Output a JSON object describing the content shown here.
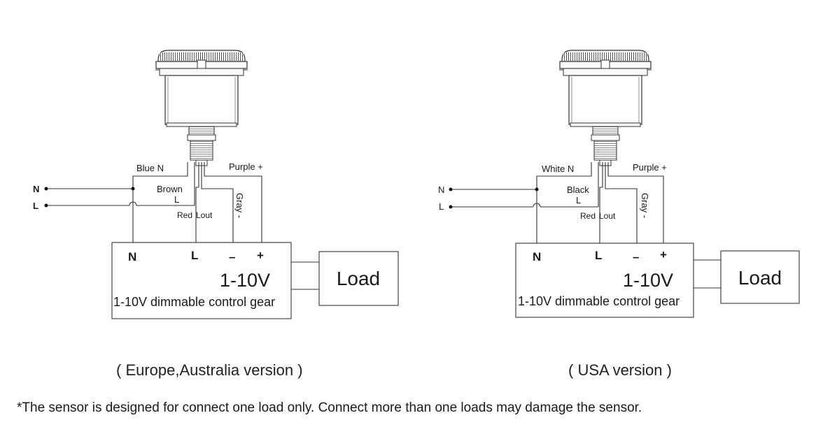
{
  "diagrams": [
    {
      "version_caption": "( Europe,Australia version )",
      "wire_neutral_label": "Blue N",
      "wire_plus_label": "Purple +",
      "wire_line_label": "Brown",
      "wire_line_sub": "L",
      "wire_red_label": "Red",
      "wire_lout_label": "Lout",
      "wire_gray_label": "Gray -",
      "input_n": "N",
      "input_l": "L",
      "term_n": "N",
      "term_l": "L",
      "term_minus": "–",
      "term_plus": "+",
      "gear_title": "1-10V",
      "gear_sub": "1-10V dimmable control gear",
      "load_label": "Load"
    },
    {
      "version_caption": "( USA version )",
      "wire_neutral_label": "White N",
      "wire_plus_label": "Purple +",
      "wire_line_label": "Black",
      "wire_line_sub": "L",
      "wire_red_label": "Red",
      "wire_lout_label": "Lout",
      "wire_gray_label": "Gray -",
      "input_n": "N",
      "input_l": "L",
      "term_n": "N",
      "term_l": "L",
      "term_minus": "–",
      "term_plus": "+",
      "gear_title": "1-10V",
      "gear_sub": "1-10V dimmable control gear",
      "load_label": "Load"
    }
  ],
  "footnote": "*The sensor is designed for connect one load only. Connect more than one loads may damage the sensor."
}
